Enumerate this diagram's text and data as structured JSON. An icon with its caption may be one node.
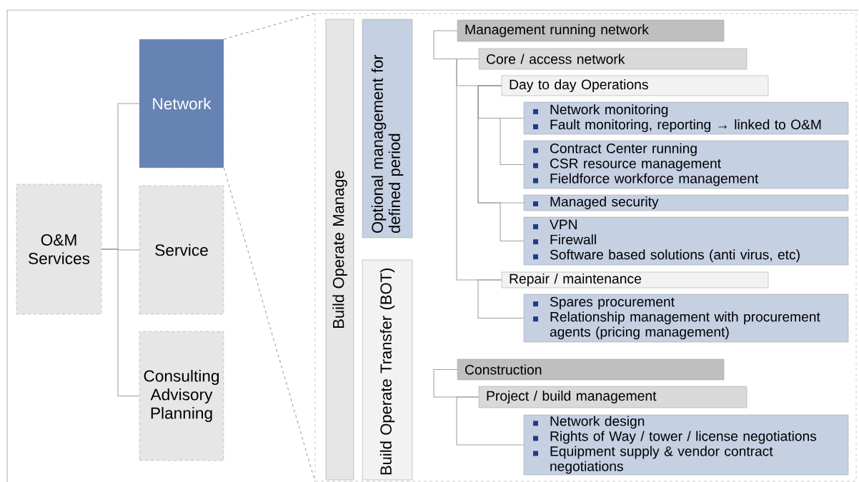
{
  "diagram": {
    "nodes": [
      {
        "text": [
          "O&M Services"
        ]
      },
      {
        "text": [
          "Network"
        ]
      },
      {
        "text": [
          "Service"
        ]
      },
      {
        "text": [
          "Consulting Advisory Planning"
        ]
      },
      {
        "text": [],
        "shape": "box"
      },
      {
        "text": [
          "Build Operate Manage"
        ],
        "in": 4
      },
      {
        "text": [
          "Optional management for defined period"
        ],
        "in": 4
      },
      {
        "text": [
          "Build Operate Transfer (BOT)"
        ],
        "in": 4
      },
      {
        "text": [
          "Management running network"
        ],
        "in": 4
      },
      {
        "text": [
          "Core / access network"
        ],
        "in": 4
      },
      {
        "text": [
          "Day to day Operations"
        ],
        "in": 4
      },
      {
        "text": [
          "Network monitoring",
          "Fault monitoring, reporting → linked to O&M"
        ],
        "in": 4
      },
      {
        "text": [
          "Contract Center running",
          "CSR resource management",
          "Fieldforce workforce management"
        ],
        "in": 4
      },
      {
        "text": [
          "Managed security"
        ],
        "in": 4
      },
      {
        "text": [
          "VPN",
          "Firewall",
          "Software based solutions (anti virus, etc)"
        ],
        "in": 4
      },
      {
        "text": [
          "Repair / maintenance"
        ],
        "in": 4
      },
      {
        "text": [
          "Spares procurement",
          "Relationship management with procurement agents (pricing management)"
        ],
        "in": 4
      },
      {
        "text": [
          "Construction"
        ],
        "in": 4
      },
      {
        "text": [
          "Project / build management"
        ],
        "in": 4
      },
      {
        "text": [
          "Network design",
          "Rights of Way / tower / license negotiations",
          "Equipment supply & vendor contract negotiations"
        ],
        "in": 4
      }
    ],
    "edges": [
      {
        "from": 0,
        "to": 1,
        "arrow": "none"
      },
      {
        "from": 0,
        "to": 2,
        "arrow": "none"
      },
      {
        "from": 0,
        "to": 3,
        "arrow": "none"
      },
      {
        "from": 1,
        "to": 4,
        "arrow": "none",
        "style": "dashed"
      },
      {
        "from": 1,
        "to": 4,
        "arrow": "none",
        "style": "dashed"
      },
      {
        "from": 8,
        "to": 9,
        "arrow": "none"
      },
      {
        "from": 9,
        "to": 10,
        "arrow": "none"
      },
      {
        "from": 9,
        "to": 15,
        "arrow": "none"
      },
      {
        "from": 10,
        "to": 11,
        "arrow": "none"
      },
      {
        "from": 10,
        "to": 12,
        "arrow": "none"
      },
      {
        "from": 10,
        "to": 13,
        "arrow": "none"
      },
      {
        "from": 10,
        "to": 14,
        "arrow": "none"
      },
      {
        "from": 15,
        "to": 16,
        "arrow": "none"
      },
      {
        "from": 17,
        "to": 18,
        "arrow": "none"
      },
      {
        "from": 18,
        "to": 19,
        "arrow": "none"
      }
    ]
  }
}
